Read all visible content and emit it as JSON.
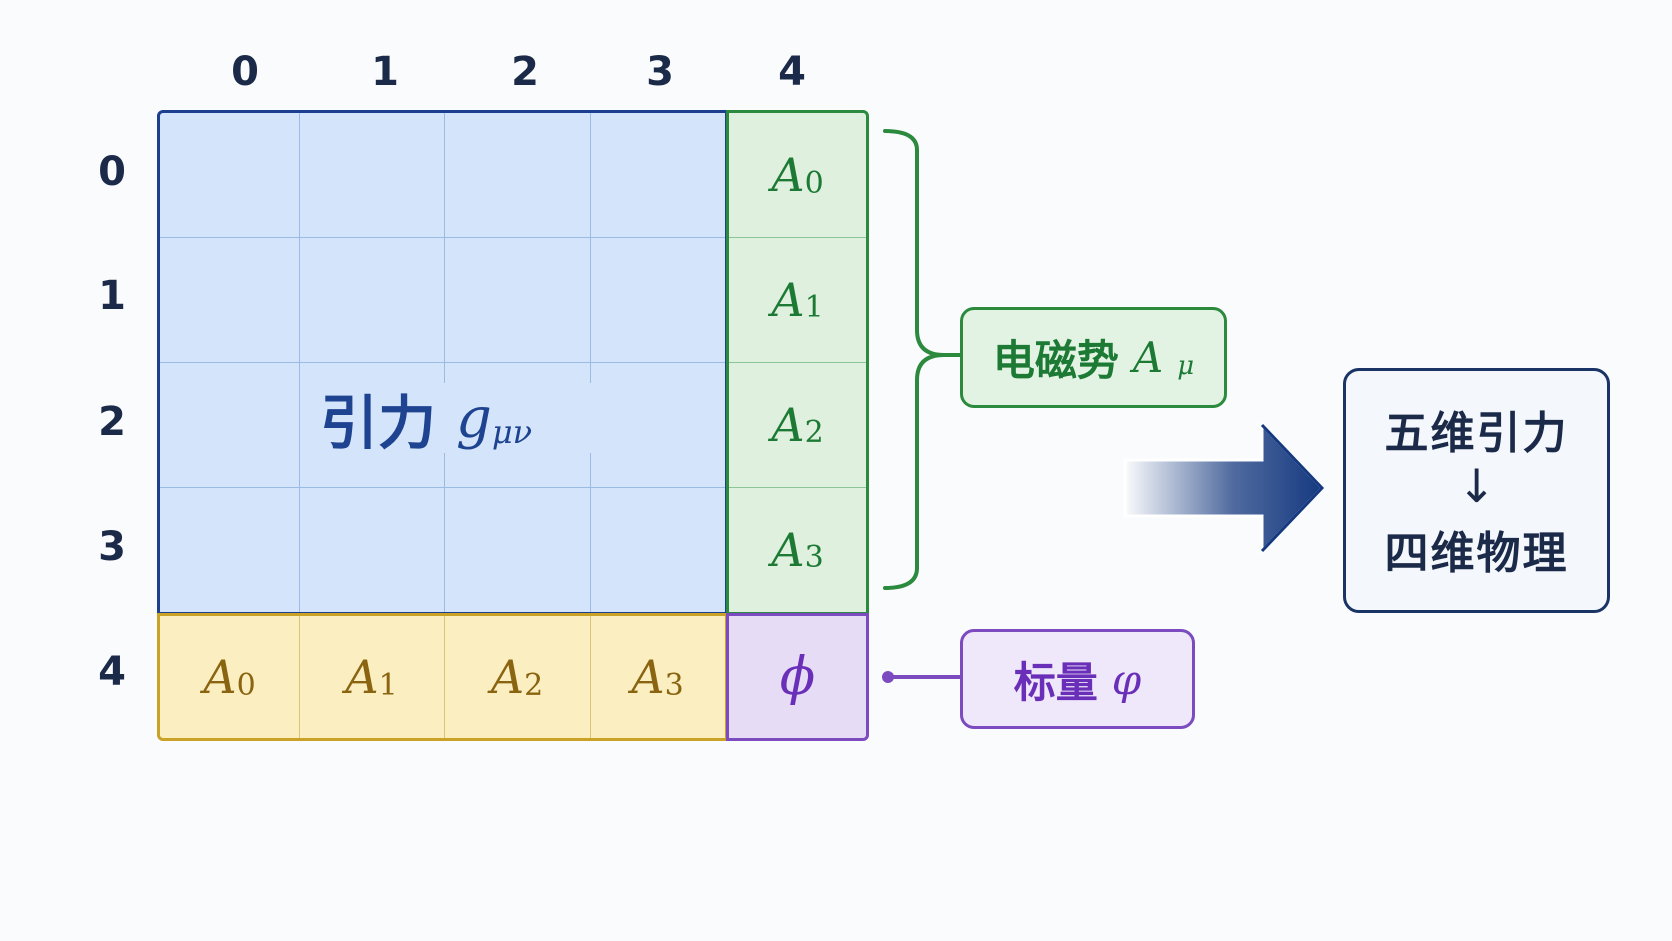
{
  "column_indices": [
    "0",
    "1",
    "2",
    "3",
    "4"
  ],
  "row_indices": [
    "0",
    "1",
    "2",
    "3",
    "4"
  ],
  "gravity": {
    "text": "引力",
    "symbol": "g",
    "subscript": "μν"
  },
  "column_4_cells": [
    {
      "symbol": "A",
      "subscript": "0"
    },
    {
      "symbol": "A",
      "subscript": "1"
    },
    {
      "symbol": "A",
      "subscript": "2"
    },
    {
      "symbol": "A",
      "subscript": "3"
    }
  ],
  "row_4_cells": [
    {
      "symbol": "A",
      "subscript": "0"
    },
    {
      "symbol": "A",
      "subscript": "1"
    },
    {
      "symbol": "A",
      "subscript": "2"
    },
    {
      "symbol": "A",
      "subscript": "3"
    }
  ],
  "corner_cell": {
    "symbol": "ϕ"
  },
  "em_label": {
    "text": "电磁势",
    "symbol": "A",
    "subscript": "μ"
  },
  "scalar_label": {
    "text": "标量",
    "symbol": "φ"
  },
  "result_box": {
    "top": "五维引力",
    "arrow": "↓",
    "bottom": "四维物理"
  },
  "colors": {
    "gravity_fill": "#d4e5fb",
    "gravity_border": "#1d3f8f",
    "gravity_text": "#1e4390",
    "em_fill": "#e0f0de",
    "em_border": "#2b8a3e",
    "em_text": "#1d7a35",
    "row4_fill": "#fbefc2",
    "row4_border": "#c9a227",
    "row4_text": "#8a6410",
    "scalar_fill": "#e6dcf6",
    "scalar_border": "#7b4bbf",
    "scalar_text": "#6a2fb8",
    "arrow_color": "#163a80",
    "result_border": "#1a3466"
  }
}
